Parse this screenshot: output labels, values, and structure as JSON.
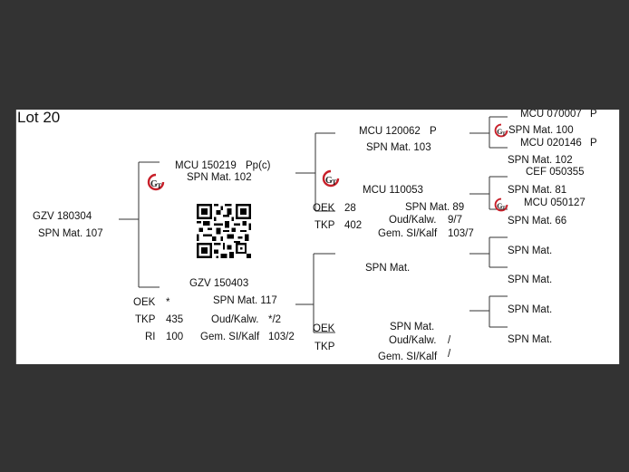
{
  "lot_title": "Lot 20",
  "animal": {
    "id": "GZV 180304",
    "spn": "SPN Mat. 107"
  },
  "sire": {
    "id": "MCU 150219",
    "grade": "Pp(c)",
    "spn": "SPN Mat. 102"
  },
  "dam": {
    "id": "GZV 150403",
    "spn": "SPN Mat. 117",
    "oek_label": "OEK",
    "oek_value": "*",
    "tkp_label": "TKP",
    "tkp_value": "435",
    "ri_label": "RI",
    "ri_value": "100",
    "oud_label": "Oud/Kalw.",
    "oud_value": "*/2",
    "gem_label": "Gem. SI/Kalf",
    "gem_value": "103/2"
  },
  "sire_sire": {
    "id": "MCU 120062",
    "grade": "P",
    "spn": "SPN Mat. 103"
  },
  "sire_dam": {
    "id": "MCU 110053",
    "spn": "SPN Mat. 89",
    "oek_label": "OEK",
    "oek_value": "28",
    "tkp_label": "TKP",
    "tkp_value": "402",
    "oud_label": "Oud/Kalw.",
    "oud_value": "9/7",
    "gem_label": "Gem. SI/Kalf",
    "gem_value": "103/7"
  },
  "dam_sire": {
    "spn": "SPN Mat."
  },
  "dam_dam": {
    "spn": "SPN Mat.",
    "oek_label": "OEK",
    "tkp_label": "TKP",
    "oud_label": "Oud/Kalw.",
    "oud_value": "/",
    "gem_label": "Gem. SI/Kalf",
    "gem_value": "/"
  },
  "gen3": {
    "ss_sire": {
      "id": "MCU 070007",
      "grade": "P",
      "spn": "SPN Mat. 100"
    },
    "ss_dam": {
      "id": "MCU 020146",
      "grade": "P",
      "spn": "SPN Mat. 102"
    },
    "sd_sire": {
      "id": "CEF 050355",
      "spn": "SPN Mat. 81"
    },
    "sd_dam": {
      "id": "MCU 050127",
      "spn": "SPN Mat. 66"
    },
    "ds_sire": {
      "spn": "SPN Mat."
    },
    "ds_dam": {
      "spn": "SPN Mat."
    },
    "dd_sire": {
      "spn": "SPN Mat."
    },
    "dd_dam": {
      "spn": "SPN Mat."
    }
  },
  "logo_color": "#c8202a"
}
